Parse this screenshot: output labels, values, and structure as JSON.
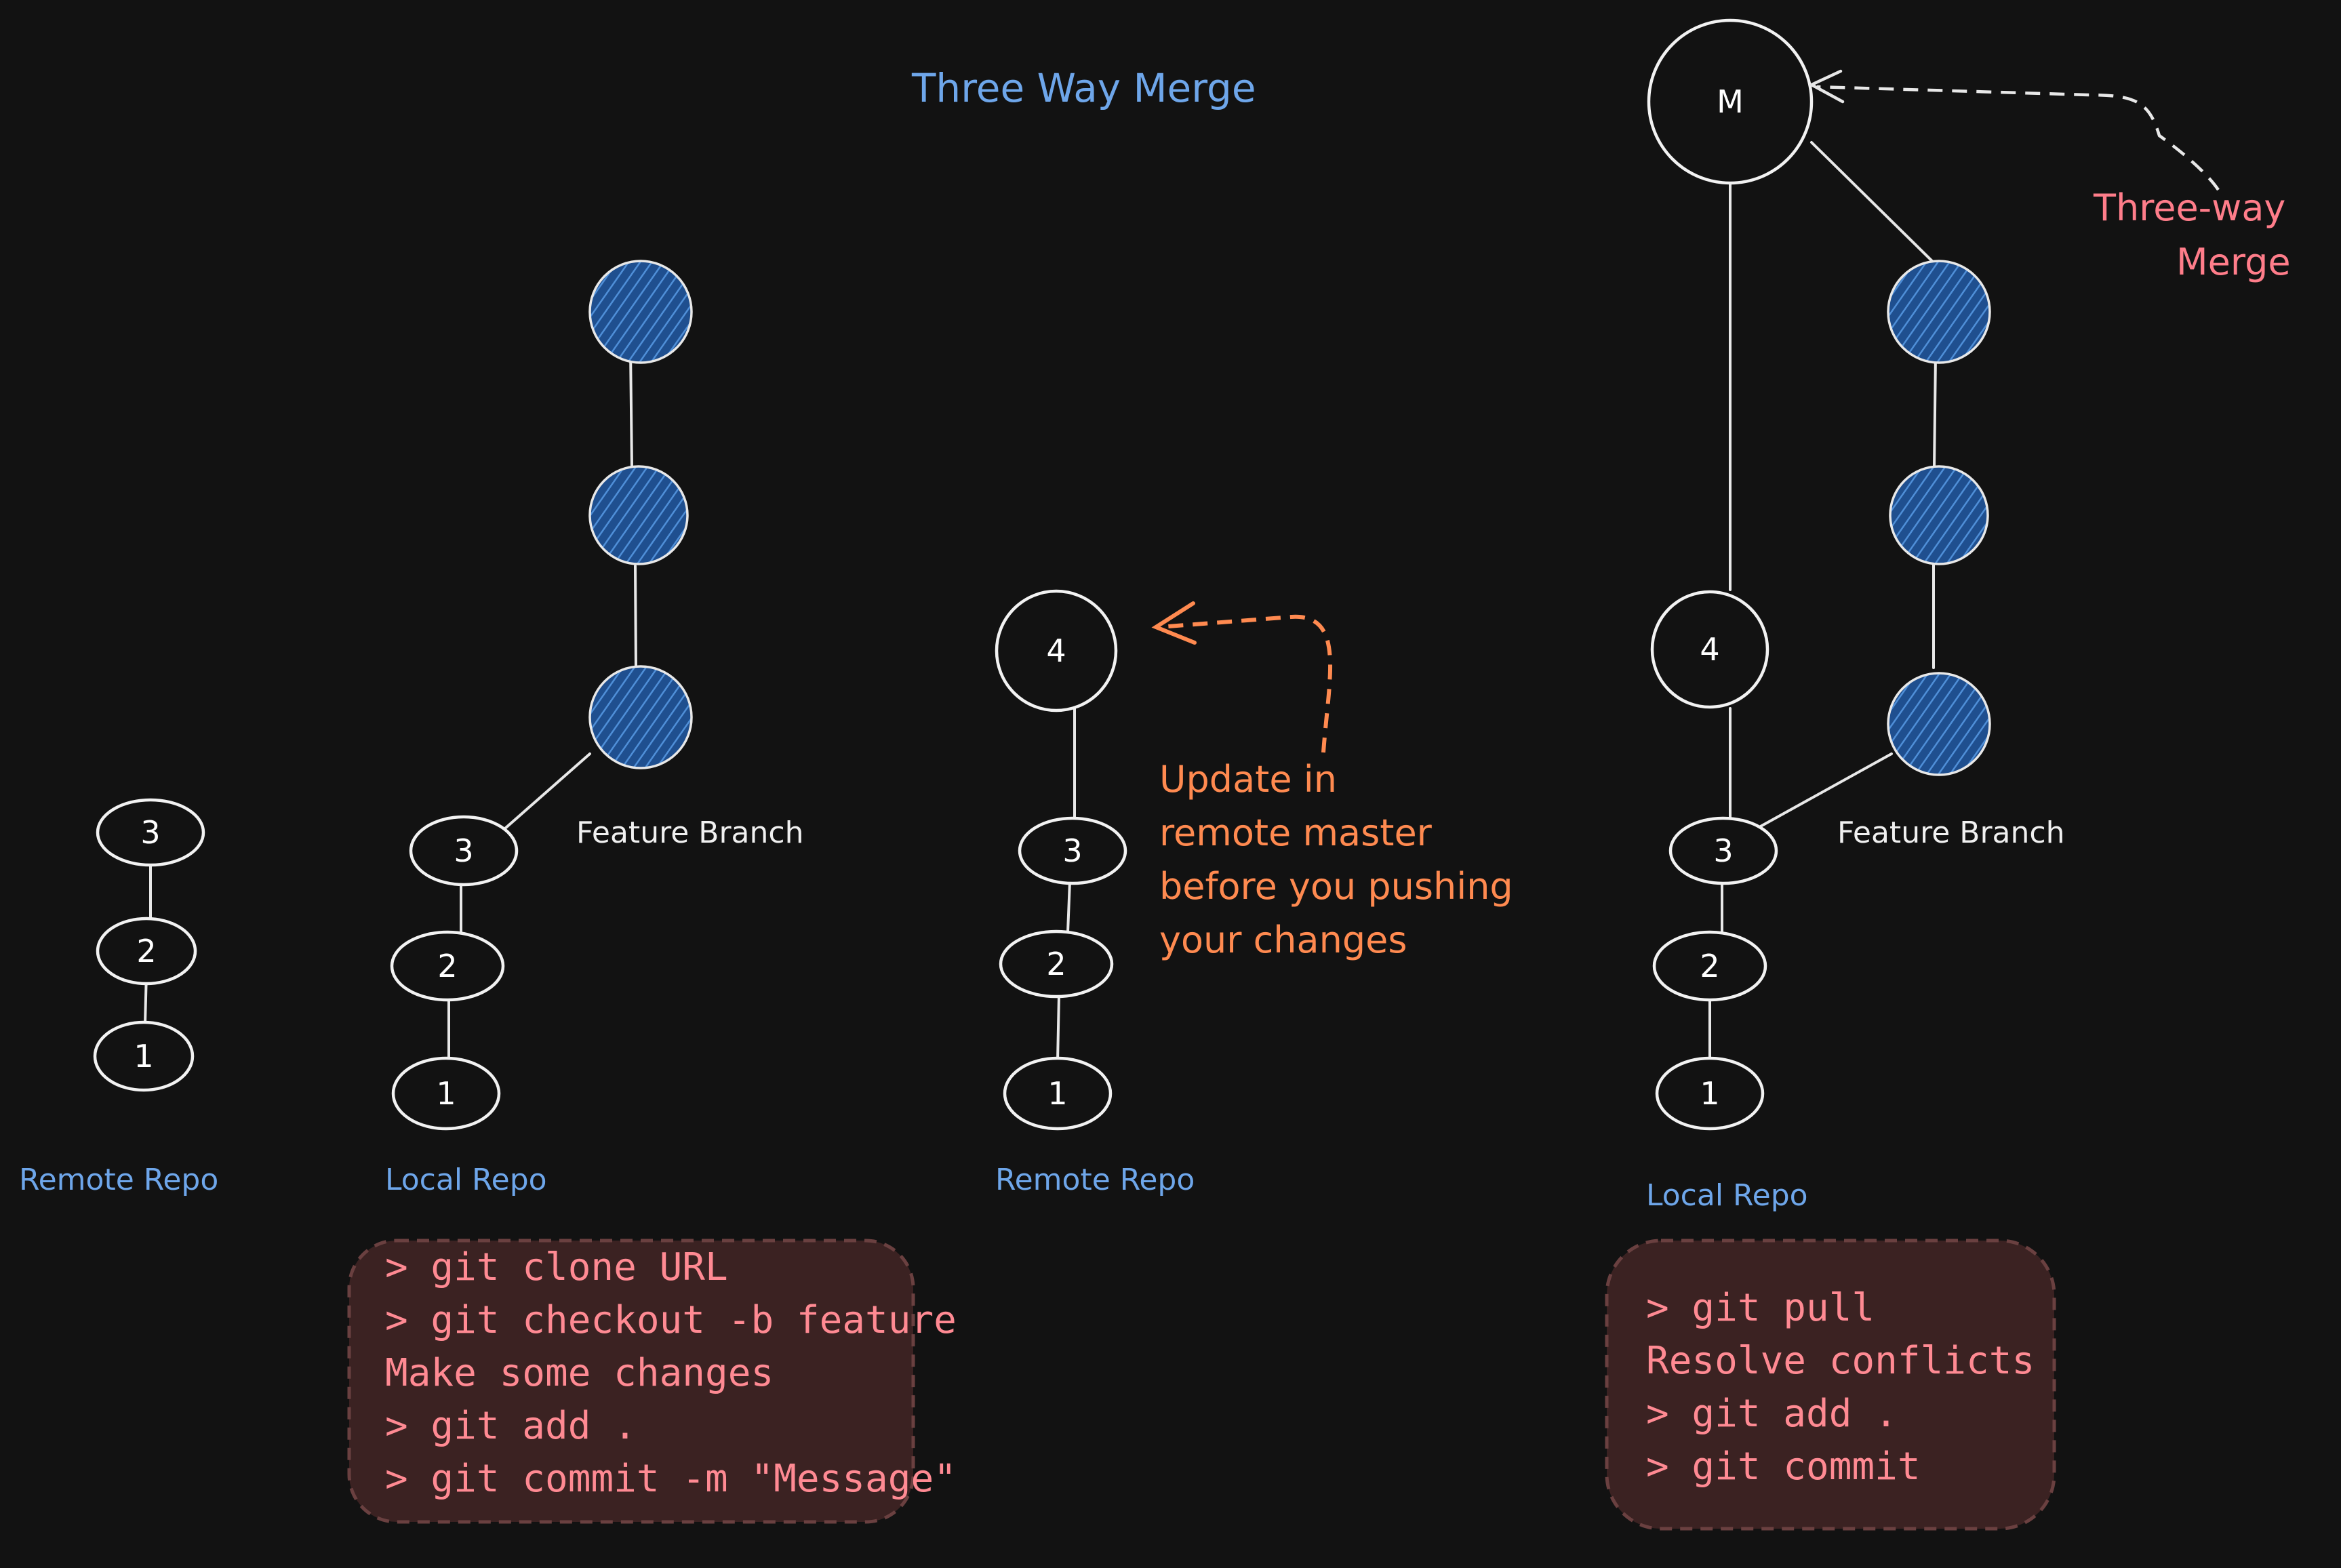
{
  "title": "Three Way Merge",
  "colors": {
    "background": "#121212",
    "blue_label": "#6ea6ea",
    "orange_note": "#ff8a50",
    "pink_note": "#ff7d8a",
    "commit_box_fill": "#3b2222",
    "feature_commit_fill": "#2f6bb5"
  },
  "panel1": {
    "commits": [
      "3",
      "2",
      "1"
    ],
    "label": "Remote Repo"
  },
  "panel2": {
    "commits": [
      "3",
      "2",
      "1"
    ],
    "branch_label": "Feature Branch",
    "label": "Local Repo",
    "commands": [
      "> git clone URL",
      "> git checkout -b feature",
      "Make some changes",
      "> git add .",
      "> git commit -m \"Message\""
    ]
  },
  "panel3": {
    "commits": [
      "4",
      "3",
      "2",
      "1"
    ],
    "label": "Remote Repo",
    "note_lines": [
      "Update in",
      "remote master",
      "before you pushing",
      "your changes"
    ]
  },
  "panel4": {
    "merge_commit": "M",
    "commits": [
      "4",
      "3",
      "2",
      "1"
    ],
    "branch_label": "Feature Branch",
    "label": "Local Repo",
    "merge_note_lines": [
      "Three-way",
      "Merge"
    ],
    "commands": [
      "> git pull",
      "Resolve conflicts",
      "> git add .",
      "> git commit"
    ]
  }
}
